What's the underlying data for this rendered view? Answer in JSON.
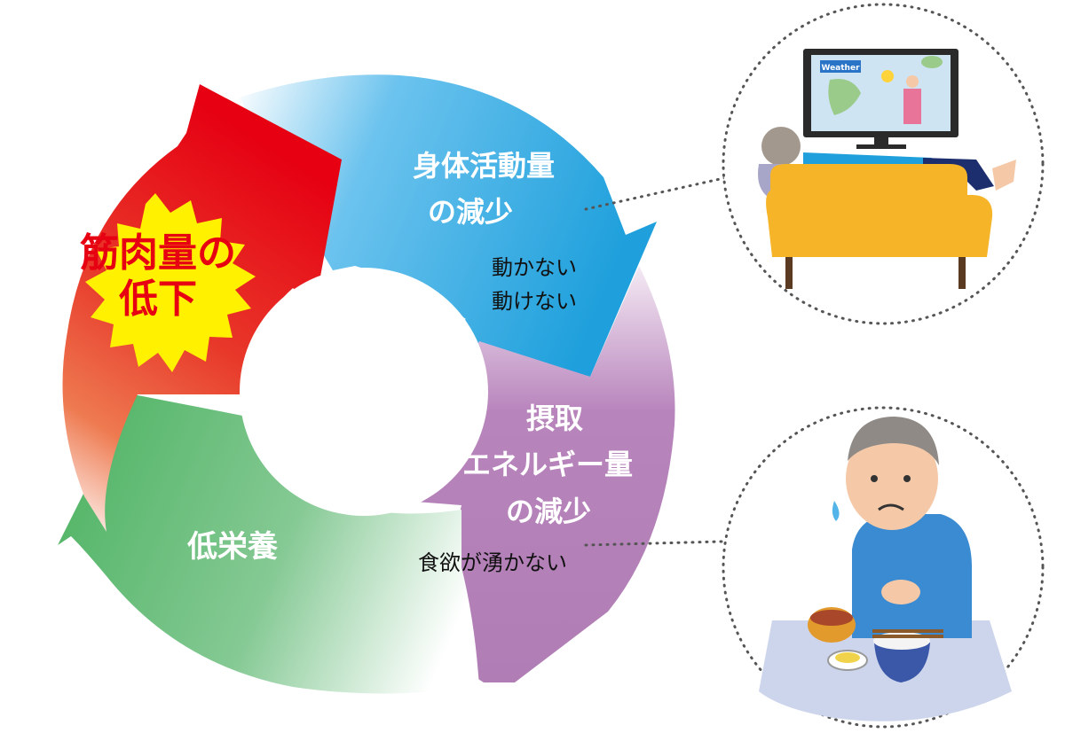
{
  "cycle": {
    "muscle_loss": {
      "line1": "筋肉量の",
      "line2": "低下"
    },
    "activity": {
      "line1": "身体活動量",
      "line2": "の減少",
      "note1": "動かない",
      "note2": "動けない"
    },
    "intake": {
      "line1": "摂取",
      "line2": "エネルギー量",
      "line3": "の減少",
      "note1": "食欲が湧かない"
    },
    "malnutrition": {
      "label": "低栄養"
    }
  },
  "illustrations": {
    "tv_screen_text": "Weather"
  },
  "colors": {
    "red": "#e60012",
    "blue": "#1fa0dc",
    "purple": "#b47fb8",
    "green": "#5dbb6e",
    "burst_yellow": "#fff100"
  }
}
